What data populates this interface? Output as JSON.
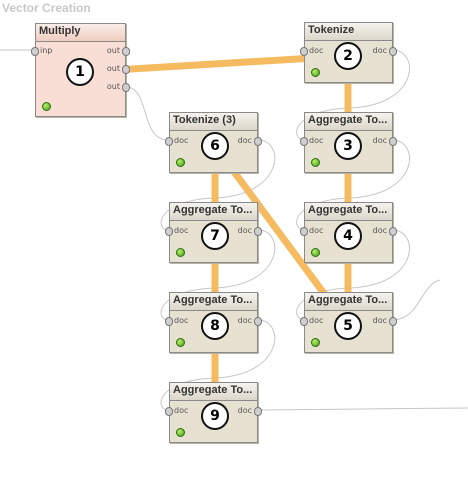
{
  "process": {
    "title": "Vector Creation"
  },
  "colors": {
    "highlight": "#f5b553",
    "wire": "#c6c6c6",
    "status": "#52b51b"
  },
  "operators": [
    {
      "title": "Multiply",
      "badge": "1",
      "in": "inp",
      "out1": "out",
      "out2": "out",
      "out3": "out"
    },
    {
      "title": "Tokenize",
      "badge": "2",
      "in": "doc",
      "out": "doc"
    },
    {
      "title": "Aggregate To...",
      "badge": "3",
      "in": "doc",
      "out": "doc"
    },
    {
      "title": "Aggregate To...",
      "badge": "4",
      "in": "doc",
      "out": "doc"
    },
    {
      "title": "Aggregate To...",
      "badge": "5",
      "in": "doc",
      "out": "doc"
    },
    {
      "title": "Tokenize (3)",
      "badge": "6",
      "in": "doc",
      "out": "doc"
    },
    {
      "title": "Aggregate To...",
      "badge": "7",
      "in": "doc",
      "out": "doc"
    },
    {
      "title": "Aggregate To...",
      "badge": "8",
      "in": "doc",
      "out": "doc"
    },
    {
      "title": "Aggregate To...",
      "badge": "9",
      "in": "doc",
      "out": "doc"
    }
  ]
}
